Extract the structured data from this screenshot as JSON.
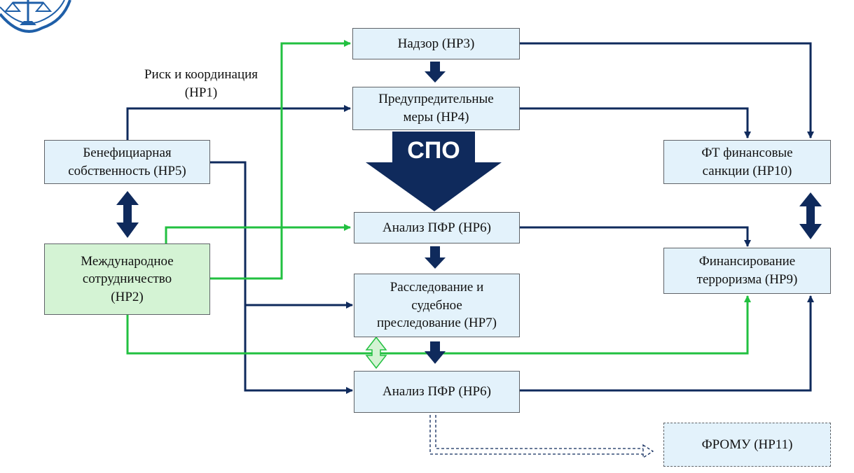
{
  "colors": {
    "navy": "#0f2a5c",
    "green": "#22c040",
    "box_fill": "#e3f2fb",
    "box_fill_green": "#d4f3d4",
    "box_border": "#5f6368",
    "logo_blue": "#1f5fa8"
  },
  "icons": {
    "logo": "scales-of-justice-logo"
  },
  "labels": {
    "risk": "Риск и координация\n(НР1)",
    "spo": "СПО"
  },
  "boxes": {
    "nr3": "Надзор (НР3)",
    "nr4": "Предупредительные\nмеры (НР4)",
    "nr5": "Бенефициарная\nсобственность (НР5)",
    "nr2": "Международное\nсотрудничество\n(НР2)",
    "nr6_top": "Анализ ПФР (НР6)",
    "nr7": "Расследование и\nсудебное\nпреследование (НР7)",
    "nr6_bottom": "Анализ ПФР (НР6)",
    "nr10": "ФТ финансовые\nсанкции (НР10)",
    "nr9": "Финансирование\nтерроризма (НР9)",
    "nr11": "ФРОМУ (НР11)"
  }
}
